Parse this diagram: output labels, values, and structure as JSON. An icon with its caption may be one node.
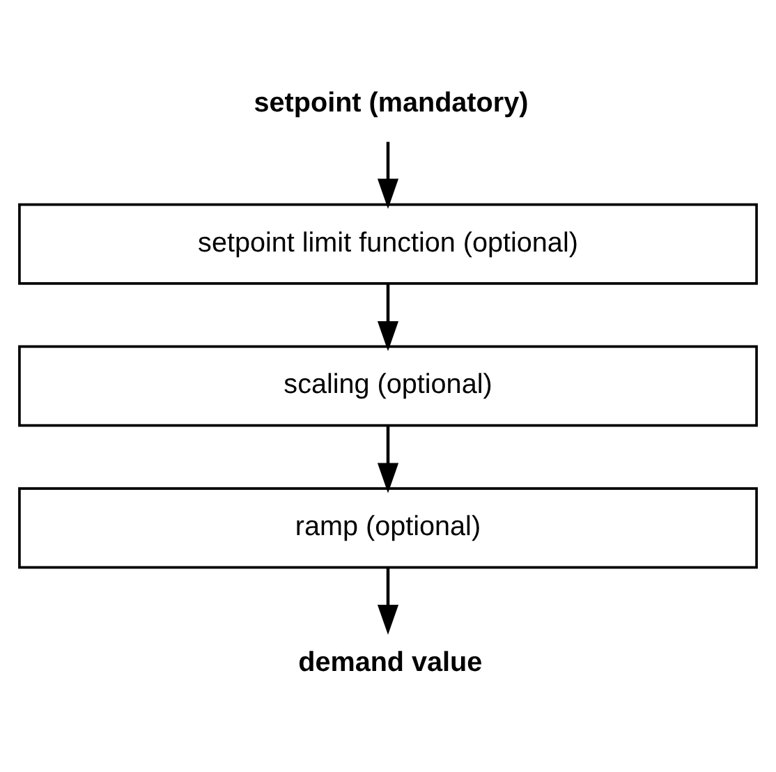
{
  "diagram": {
    "nodes": [
      {
        "text": [
          "setpoint (mandatory)"
        ]
      },
      {
        "text": [
          "setpoint limit function (optional)"
        ]
      },
      {
        "text": [
          "scaling (optional)"
        ]
      },
      {
        "text": [
          "ramp (optional)"
        ]
      },
      {
        "text": [
          "demand value"
        ]
      }
    ],
    "edges": [
      {
        "from": 0,
        "to": 1,
        "arrow": "to"
      },
      {
        "from": 1,
        "to": 2,
        "arrow": "to"
      },
      {
        "from": 2,
        "to": 3,
        "arrow": "to"
      },
      {
        "from": 3,
        "to": 4,
        "arrow": "to"
      }
    ]
  }
}
